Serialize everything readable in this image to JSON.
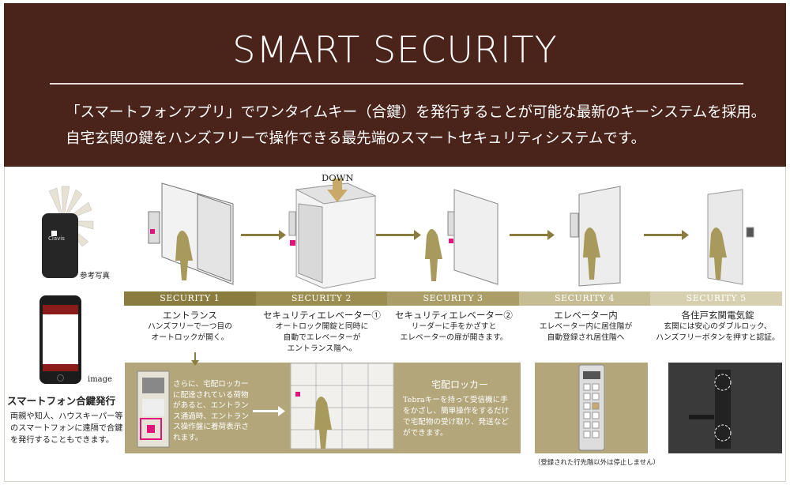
{
  "header": {
    "title": "SMART SECURITY",
    "line1": "「スマートフォンアプリ」でワンタイムキー（合鍵）を発行することが可能な最新のキーシステムを採用。",
    "line2": "自宅玄関の鍵をハンズフリーで操作できる最先端のスマートセキュリティシステムです。"
  },
  "left": {
    "fob_logo": "Clavis",
    "ref_photo": "参考写真",
    "image_caption": "image",
    "smartphone_title": "スマートフォン合鍵発行",
    "smartphone_desc": "両親や知人、ハウスキーパー等のスマートフォンに遠隔で合鍵を発行することもできます。"
  },
  "down_label": "DOWN",
  "steps": [
    {
      "band": "SECURITY 1",
      "title": "エントランス",
      "desc1": "ハンズフリーで一つ目の",
      "desc2": "オートロックが開く。",
      "color": "#8a7c3e"
    },
    {
      "band": "SECURITY 2",
      "title": "セキュリティエレベーター①",
      "desc1": "オートロック開錠と同時に",
      "desc2": "自動でエレベーターが",
      "desc3": "エントランス階へ。",
      "color": "#9b8d4f"
    },
    {
      "band": "SECURITY 3",
      "title": "セキュリティエレベーター②",
      "desc1": "リーダーに手をかざすと",
      "desc2": "エレベーターの扉が開きます。",
      "color": "#aa9e66"
    },
    {
      "band": "SECURITY 4",
      "title": "エレベーター内",
      "desc1": "エレベーター内に居住階が",
      "desc2": "自動登録され居住階へ",
      "color": "#c6bd94"
    },
    {
      "band": "SECURITY 5",
      "title": "各住戸玄関電気錠",
      "desc1": "玄関には安心のダブルロック、",
      "desc2": "ハンズフリーボタンを押すと認証。",
      "color": "#d6d0b0"
    }
  ],
  "locker": {
    "note": "さらに、宅配ロッカーに配達されている荷物があると、エントランス通過時、エントランス操作盤に着荷表示されます。",
    "title": "宅配ロッカー",
    "desc": "Tebraキーを持って受信機に手をかざし、簡単操作をするだけで宅配物の受け取り、発送などができます。"
  },
  "stop_note": "（登録された行先階以外は停止しません）",
  "colors": {
    "header_bg": "#4a231b",
    "gold": "#b3a67a",
    "accent": "#e0147a"
  }
}
